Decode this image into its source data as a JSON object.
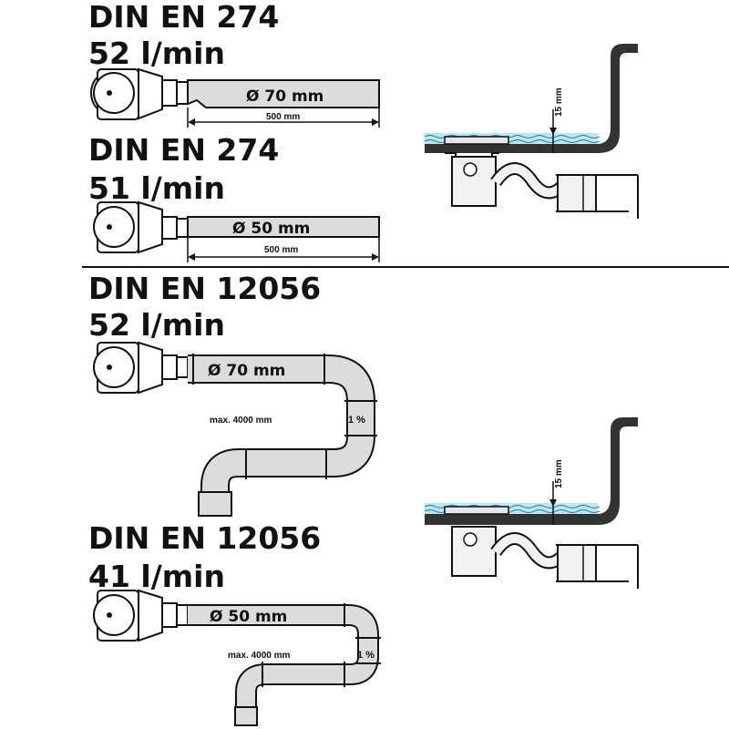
{
  "colors": {
    "ink": "#111111",
    "pipe_fill": "#dcdcdc",
    "water": "#bfe6ef",
    "water_line": "#2a8fb0",
    "tray": "#333333"
  },
  "sections": [
    {
      "standard": "DIN EN 274",
      "flow": "52 l/min",
      "diameter": "Ø 70 mm",
      "length": "500 mm"
    },
    {
      "standard": "DIN EN 274",
      "flow": "51 l/min",
      "diameter": "Ø 50 mm",
      "length": "500 mm"
    },
    {
      "standard": "DIN EN 12056",
      "flow": "52 l/min",
      "diameter": "Ø 70 mm",
      "max_length": "max. 4000 mm",
      "slope": "1 %"
    },
    {
      "standard": "DIN EN 12056",
      "flow": "41 l/min",
      "diameter": "Ø 50 mm",
      "max_length": "max. 4000 mm",
      "slope": "1 %"
    }
  ],
  "shower_details": [
    {
      "water_height": "15 mm"
    },
    {
      "water_height": "15 mm"
    }
  ]
}
